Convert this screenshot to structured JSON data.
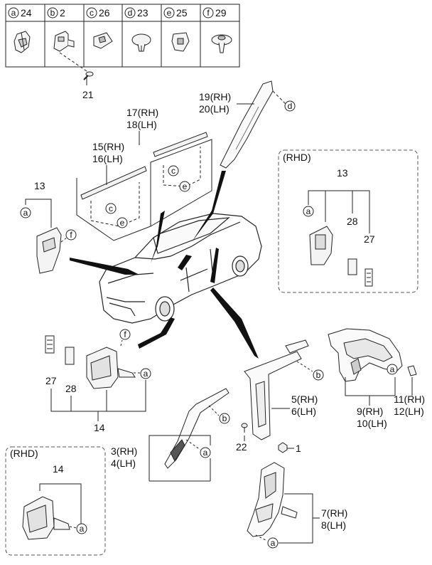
{
  "legend": [
    {
      "letter": "a",
      "number": "24",
      "icon": "clip-icon"
    },
    {
      "letter": "b",
      "number": "2",
      "icon": "bracket-clip-icon"
    },
    {
      "letter": "c",
      "number": "26",
      "icon": "square-clip-icon"
    },
    {
      "letter": "d",
      "number": "23",
      "icon": "push-pin-icon"
    },
    {
      "letter": "e",
      "number": "25",
      "icon": "retainer-clip-icon"
    },
    {
      "letter": "f",
      "number": "29",
      "icon": "screw-grommet-icon"
    }
  ],
  "labels": {
    "screw_21": "21",
    "pillar_upper_rh": "19(RH)",
    "pillar_upper_lh": "20(LH)",
    "rail_rear_rh": "17(RH)",
    "rail_rear_lh": "18(LH)",
    "rail_front_rh": "15(RH)",
    "rail_front_lh": "16(LH)",
    "kick_panel": "13",
    "rhd_box_top_title": "(RHD)",
    "rhd_top_13": "13",
    "rhd_top_28": "28",
    "rhd_top_27": "27",
    "center_pillar_rh": "5(RH)",
    "center_pillar_lh": "6(LH)",
    "quarter_rh": "9(RH)",
    "quarter_lh": "10(LH)",
    "cap_rh": "11(RH)",
    "cap_lh": "12(LH)",
    "lower_27": "27",
    "lower_28": "28",
    "lower_14": "14",
    "front_pillar_rh": "3(RH)",
    "front_pillar_lh": "4(LH)",
    "bolt_22": "22",
    "nut_1": "1",
    "rhd_box_bottom_title": "(RHD)",
    "rhd_bottom_14": "14",
    "lower_pillar_rh": "7(RH)",
    "lower_pillar_lh": "8(LH)"
  },
  "callouts": {
    "a": "a",
    "b": "b",
    "c": "c",
    "d": "d",
    "e": "e",
    "f": "f"
  }
}
